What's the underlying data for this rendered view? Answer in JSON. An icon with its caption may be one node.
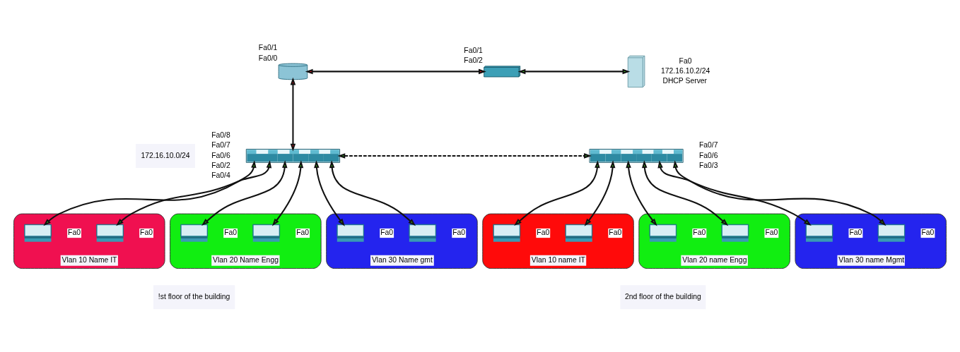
{
  "diagram": {
    "nodes": [
      {
        "text": [],
        "shape": "picture",
        "beside": [
          "Fa0/1",
          "Fa0/0"
        ]
      },
      {
        "text": [],
        "shape": "picture",
        "beside": [
          "Fa0/1",
          "Fa0/2"
        ]
      },
      {
        "text": [],
        "shape": "picture",
        "beside": [
          "Fa0",
          "172.16.10.2/24",
          "DHCP Server"
        ]
      },
      {
        "text": [],
        "shape": "picture",
        "beside": [
          "Fa0/8",
          "Fa0/7",
          "Fa0/6",
          "Fa0/2",
          "Fa0/4"
        ]
      },
      {
        "text": [],
        "shape": "picture",
        "beside": [
          "Fa0/7",
          "Fa0/6",
          "Fa0/3"
        ]
      },
      {
        "text": [
          "Vlan 10 Name IT"
        ]
      },
      {
        "text": [],
        "shape": "picture",
        "beside": [
          "Fa0"
        ],
        "in": 5
      },
      {
        "text": [],
        "shape": "picture",
        "beside": [
          "Fa0"
        ],
        "in": 5
      },
      {
        "text": [
          "Vlan 20 Name Engg"
        ]
      },
      {
        "text": [],
        "shape": "picture",
        "beside": [
          "Fa0"
        ],
        "in": 8
      },
      {
        "text": [],
        "shape": "picture",
        "beside": [
          "Fa0"
        ],
        "in": 8
      },
      {
        "text": [
          "Vlan 30 Name gmt"
        ]
      },
      {
        "text": [],
        "shape": "picture",
        "beside": [
          "Fa0"
        ],
        "in": 11
      },
      {
        "text": [],
        "shape": "picture",
        "beside": [
          "Fa0"
        ],
        "in": 11
      },
      {
        "text": [
          "Vlan 10 name IT"
        ]
      },
      {
        "text": [],
        "shape": "picture",
        "beside": [
          "Fa0"
        ],
        "in": 14
      },
      {
        "text": [],
        "shape": "picture",
        "beside": [
          "Fa0"
        ],
        "in": 14
      },
      {
        "text": [
          "Vlan 20 name Engg"
        ]
      },
      {
        "text": [],
        "shape": "picture",
        "beside": [
          "Fa0"
        ],
        "in": 17
      },
      {
        "text": [],
        "shape": "picture",
        "beside": [
          "Fa0"
        ],
        "in": 17
      },
      {
        "text": [
          "Vlan 30 name Mgmt"
        ]
      },
      {
        "text": [],
        "shape": "picture",
        "beside": [
          "Fa0"
        ],
        "in": 20
      },
      {
        "text": [],
        "shape": "picture",
        "beside": [
          "Fa0"
        ],
        "in": 20
      }
    ],
    "edges": [
      {
        "from": 0,
        "to": 1,
        "arrow": "both"
      },
      {
        "from": 1,
        "to": 2,
        "arrow": "both"
      },
      {
        "from": 0,
        "to": 3,
        "arrow": "both"
      },
      {
        "from": 3,
        "to": 4,
        "arrow": "both",
        "style": "dashed"
      },
      {
        "from": 3,
        "to": 6,
        "arrow": "both"
      },
      {
        "from": 3,
        "to": 7,
        "arrow": "both"
      },
      {
        "from": 3,
        "to": 9,
        "arrow": "both"
      },
      {
        "from": 3,
        "to": 10,
        "arrow": "both"
      },
      {
        "from": 3,
        "to": 12,
        "arrow": "both"
      },
      {
        "from": 3,
        "to": 13,
        "arrow": "both"
      },
      {
        "from": 4,
        "to": 15,
        "arrow": "both"
      },
      {
        "from": 4,
        "to": 16,
        "arrow": "both"
      },
      {
        "from": 4,
        "to": 18,
        "arrow": "both"
      },
      {
        "from": 4,
        "to": 19,
        "arrow": "both"
      },
      {
        "from": 4,
        "to": 21,
        "arrow": "both"
      },
      {
        "from": 4,
        "to": 22,
        "arrow": "both"
      }
    ],
    "labels": [
      "172.16.10.0/24",
      "!st floor of the building",
      "2nd floor of the building"
    ]
  }
}
